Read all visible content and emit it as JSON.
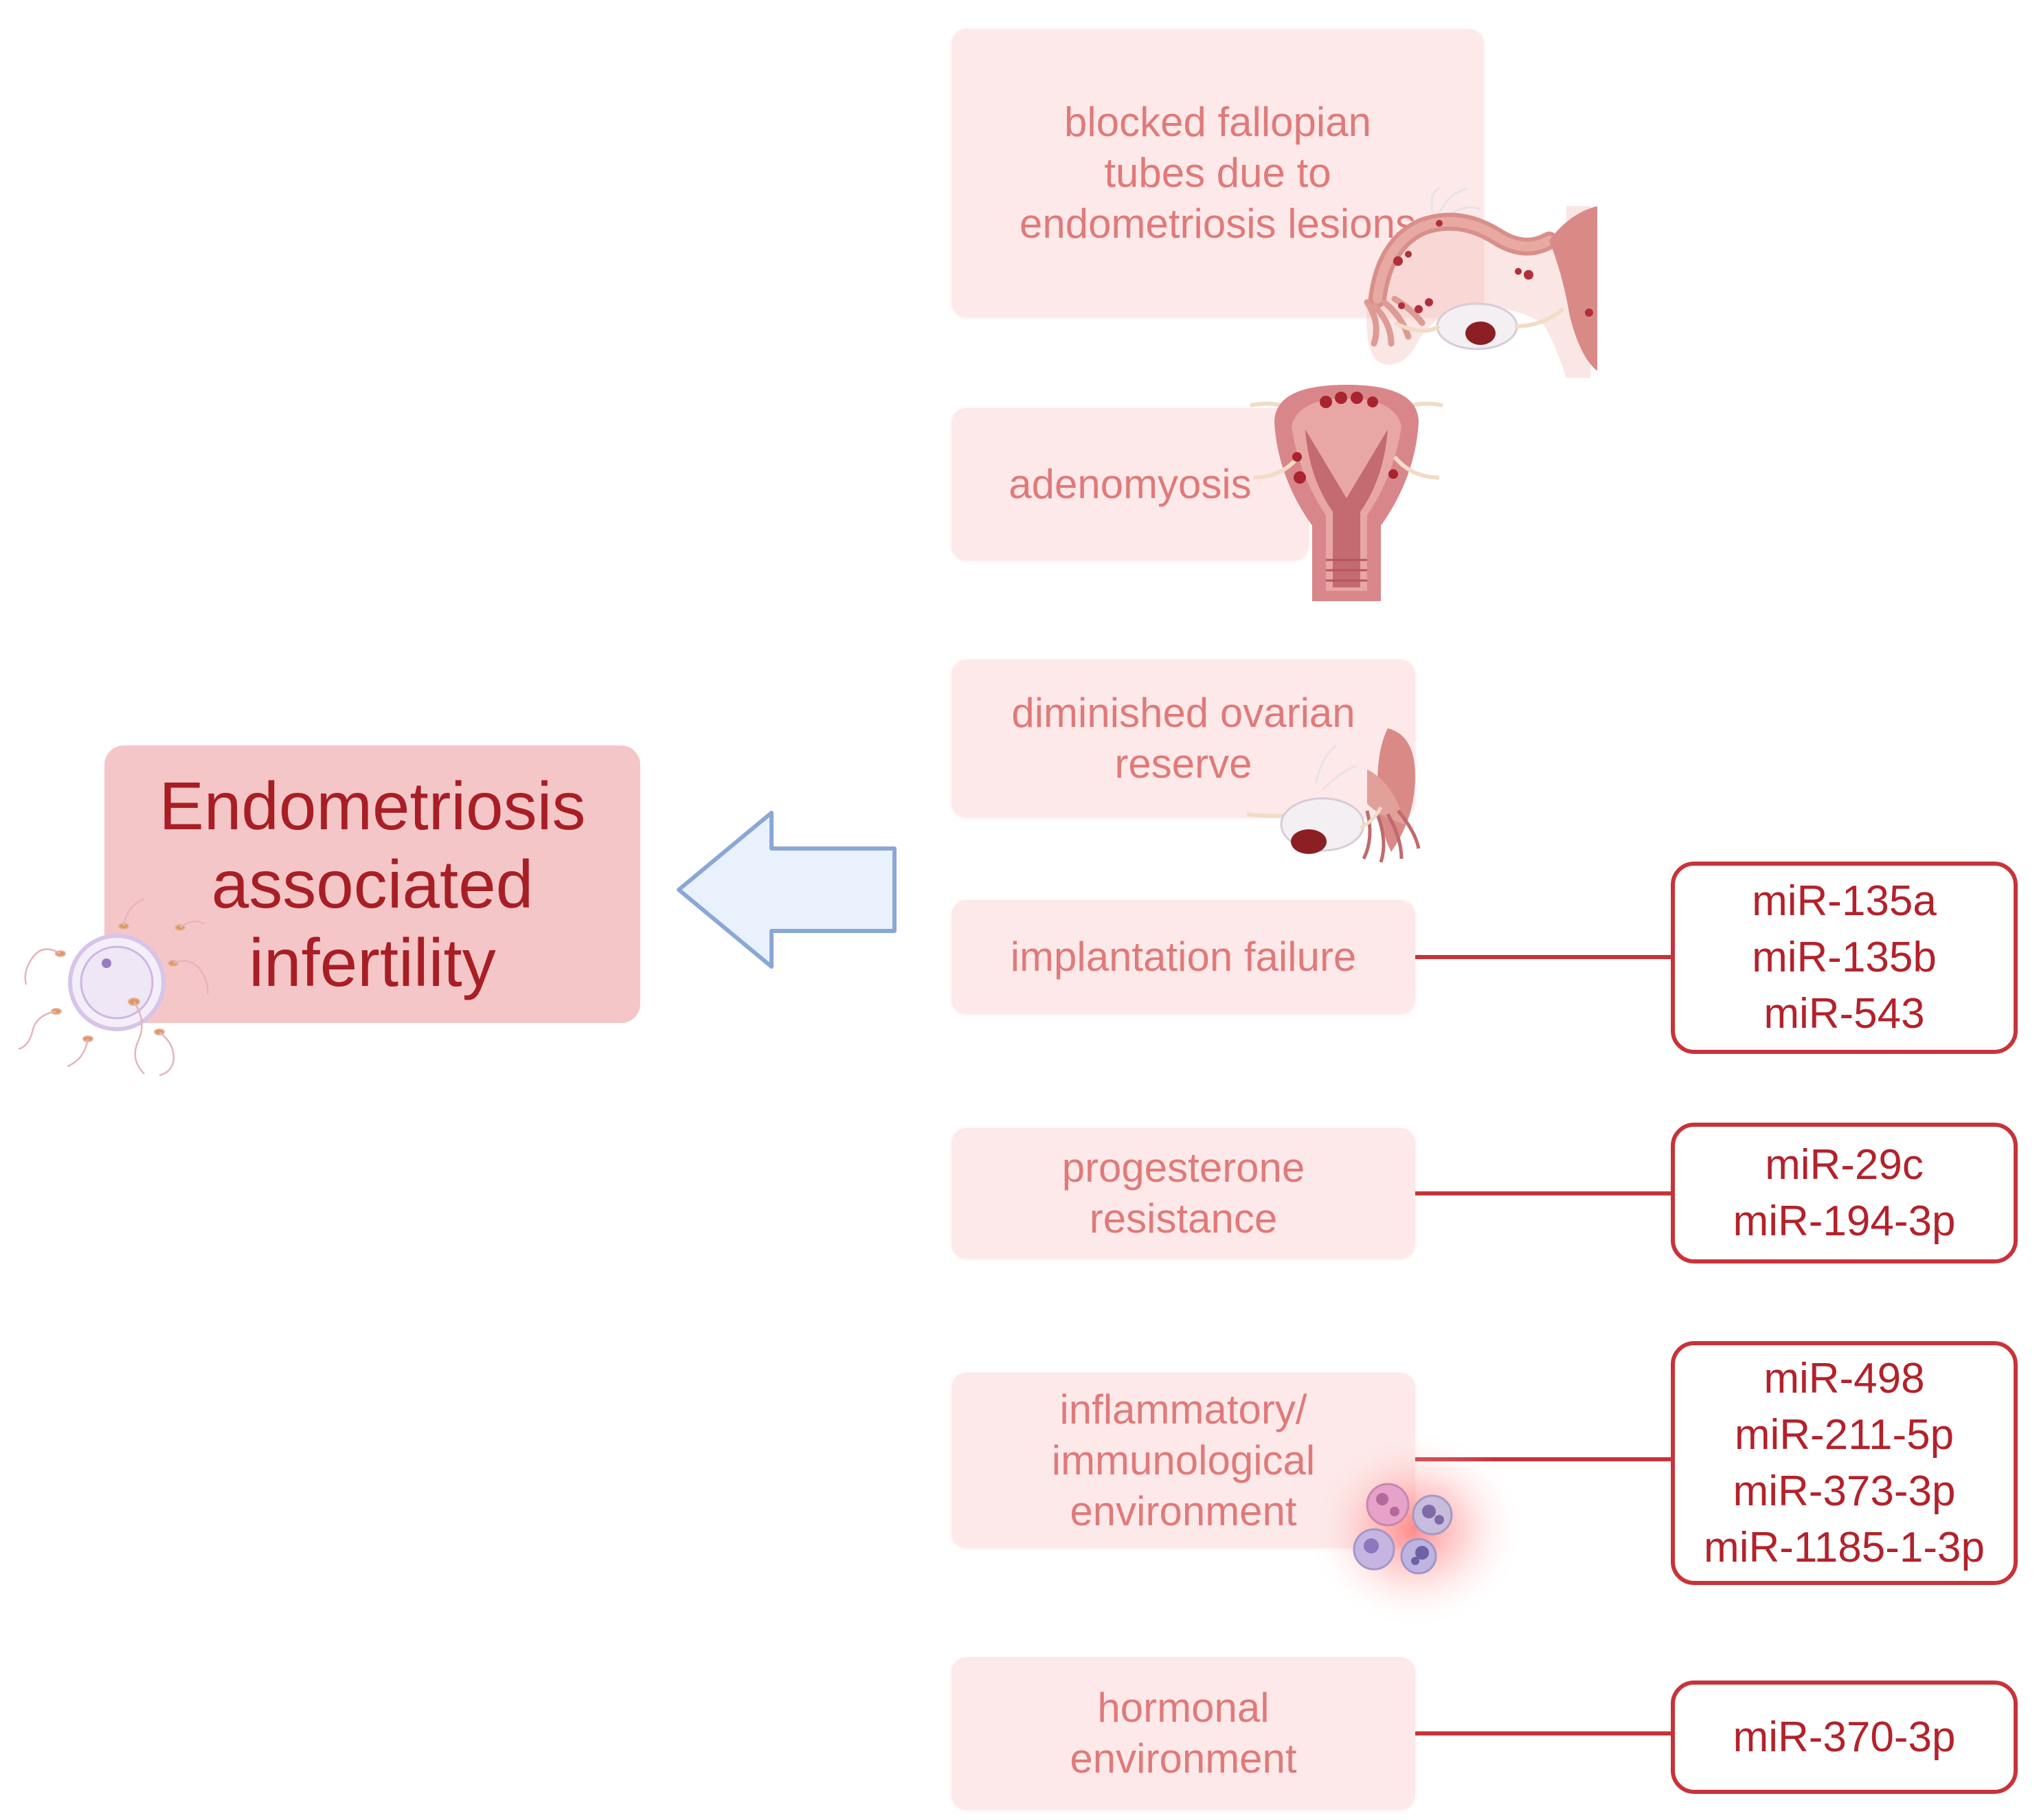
{
  "main": {
    "title": "Endometriosis\nassociated\ninfertility"
  },
  "causes": [
    {
      "label": "blocked fallopian\ntubes due to\nendometriosis lesions"
    },
    {
      "label": "adenomyosis"
    },
    {
      "label": "diminished ovarian\nreserve"
    },
    {
      "label": "implantation failure"
    },
    {
      "label": "progesterone\nresistance"
    },
    {
      "label": "inflammatory/\nimmunological\nenvironment"
    },
    {
      "label": "hormonal\nenvironment"
    }
  ],
  "mirna_groups": [
    {
      "items": [
        "miR-135a",
        "miR-135b",
        "miR-543"
      ]
    },
    {
      "items": [
        "miR-29c",
        "miR-194-3p"
      ]
    },
    {
      "items": [
        "miR-498",
        "miR-211-5p",
        "miR-373-3p",
        "miR-1185-1-3p"
      ]
    },
    {
      "items": [
        "miR-370-3p"
      ]
    }
  ],
  "colors": {
    "cause_fill": "#fde9e9",
    "cause_text": "#e07a7a",
    "main_fill": "#f5c6c7",
    "main_text": "#a81e25",
    "mirna_border": "#c8333a",
    "arrow_fill": "#e8f1fc",
    "arrow_stroke": "#8aa7d6"
  },
  "icons": [
    "egg-sperm-icon",
    "fallopian-tube-icon",
    "uterus-icon",
    "ovary-icon",
    "immune-cells-icon"
  ]
}
